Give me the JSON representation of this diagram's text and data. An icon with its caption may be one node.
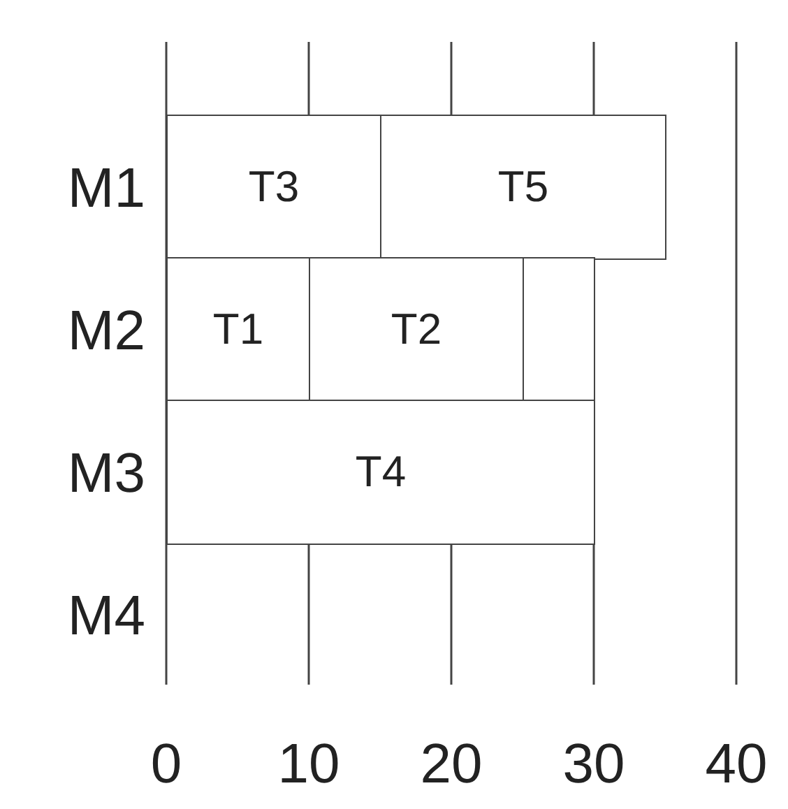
{
  "diagram": {
    "nodes": [
      {
        "text": [
          "T3"
        ]
      },
      {
        "text": [
          "T5"
        ]
      },
      {
        "text": [
          "T1"
        ]
      },
      {
        "text": [
          "T2"
        ]
      },
      {
        "text": [],
        "shape": "box"
      },
      {
        "text": [
          "T4"
        ]
      }
    ],
    "labels": [
      "M1",
      "M2",
      "M3",
      "M4",
      "0",
      "10",
      "20",
      "30",
      "40"
    ]
  }
}
